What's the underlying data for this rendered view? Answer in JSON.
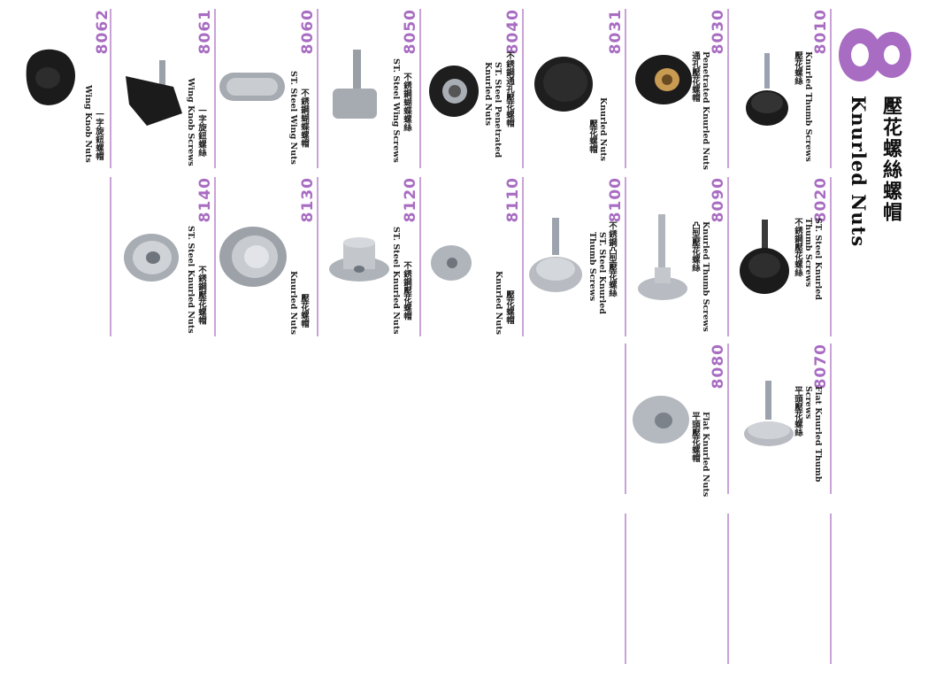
{
  "header": {
    "number": "8",
    "title_zh": "壓花螺絲螺帽",
    "title_en": "Knurled Nuts"
  },
  "products": [
    {
      "code": "8010",
      "zh": "壓花螺絲",
      "en": "Knurled Thumb Screws"
    },
    {
      "code": "8020",
      "zh": "不銹鋼壓花螺絲",
      "en": "ST. Steel Knurled Thumb Screws"
    },
    {
      "code": "8070",
      "zh": "平頭壓花螺絲",
      "en": "Flat Knurled Thumb Screws"
    },
    {
      "code": "8030",
      "zh": "通孔壓花螺帽",
      "en": "Penetrated Knurled Nuts"
    },
    {
      "code": "8090",
      "zh": "凸型壓花螺絲",
      "en": "Knurled Thumb Screws"
    },
    {
      "code": "8080",
      "zh": "平頭壓花螺帽",
      "en": "Flat Knurled Nuts"
    },
    {
      "code": "8031",
      "zh": "壓花螺帽",
      "en": "Knurled Nuts"
    },
    {
      "code": "8100",
      "zh": "不銹鋼凸型壓花螺絲",
      "en": "ST. Steel Knurled Thumb Screws"
    },
    {
      "code": "8040",
      "zh": "不銹鋼通孔壓花螺帽",
      "en": "ST. Steel Penetrated Knurled Nuts"
    },
    {
      "code": "8110",
      "zh": "壓花螺帽",
      "en": "Knurled Nuts"
    },
    {
      "code": "8050",
      "zh": "不銹鋼蝴蝶螺絲",
      "en": "ST. Steel Wing Screws"
    },
    {
      "code": "8120",
      "zh": "不銹鋼壓花螺帽",
      "en": "ST. Steel Knurled Nuts"
    },
    {
      "code": "8060",
      "zh": "不銹鋼蝴蝶螺帽",
      "en": "ST. Steel Wing Nuts"
    },
    {
      "code": "8130",
      "zh": "壓花螺帽",
      "en": "Knurled Nuts"
    },
    {
      "code": "8061",
      "zh": "一字旋鈕螺絲",
      "en": "Wing Knob Screws"
    },
    {
      "code": "8140",
      "zh": "不銹鋼壓花螺帽",
      "en": "ST. Steel Knurled Nuts"
    },
    {
      "code": "8062",
      "zh": "一字旋鈕螺帽",
      "en": "Wing Knob Nuts"
    }
  ],
  "colors": {
    "accent": "#a86cc2",
    "line": "#c9a3d6",
    "dark": "#1b1b1b",
    "steel": "#b8bcc2"
  }
}
